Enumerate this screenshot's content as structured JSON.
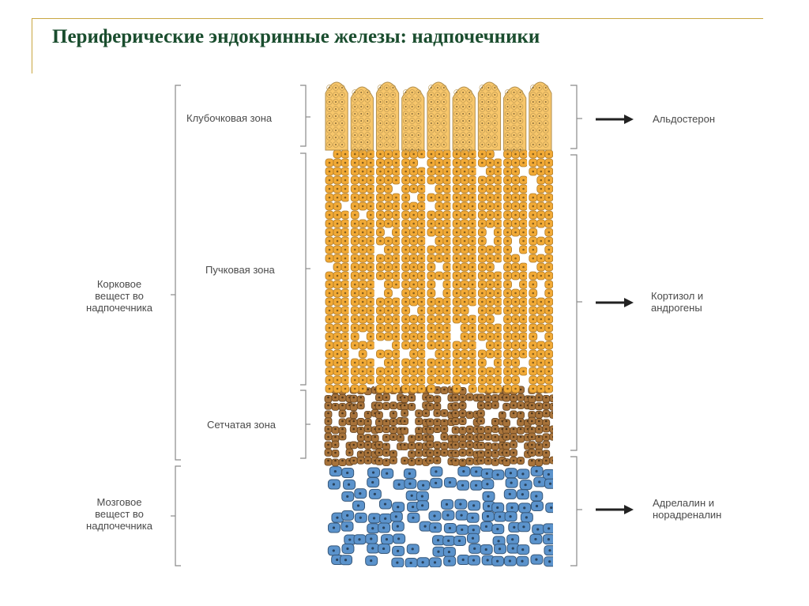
{
  "slide": {
    "title": "Периферические эндокринные железы: надпочечники"
  },
  "diagram": {
    "groups": {
      "cortex": [
        "Корковое",
        "вещест во",
        "надпочечника"
      ],
      "medulla": [
        "Мозговое",
        "вещест во",
        "надпочечника"
      ]
    },
    "zones": {
      "glomerulosa": "Клубочковая зона",
      "fasciculata": "Пучковая зона",
      "reticularis": "Сетчатая зона"
    },
    "hormones": {
      "glomerulosa": [
        "Альдостерон"
      ],
      "fasciculata": [
        "Кортизол и",
        "андрогены"
      ],
      "medulla": [
        "Адрелалин и",
        "норадреналин"
      ]
    },
    "colors": {
      "glomerulosa": "#f7c66b",
      "fasciculata": "#f2aa36",
      "reticularis": "#a8733a",
      "medulla": "#5b93cc",
      "title": "#1a4d2e",
      "frame": "#c9a640"
    }
  }
}
